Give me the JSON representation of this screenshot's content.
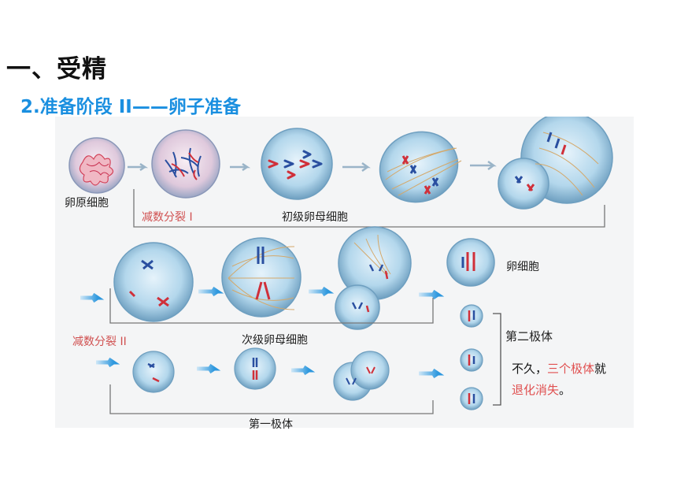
{
  "heading": {
    "title": "一、受精",
    "subtitle": "2.准备阶段 II——卵子准备"
  },
  "labels": {
    "oogonium": "卵原细胞",
    "meiosis_1": "减数分裂 I",
    "primary_oocyte": "初级卵母细胞",
    "egg": "卵细胞",
    "meiosis_2": "减数分裂 II",
    "secondary_oocyte": "次级卵母细胞",
    "second_polar_body": "第二极体",
    "first_polar_body": "第一极体"
  },
  "note": {
    "prefix": "不久，",
    "highlight_1": "三个极体",
    "middle": "就",
    "highlight_2": "退化消失",
    "suffix": "。"
  },
  "colors": {
    "subtitle": "#1a8fe0",
    "red_label": "#d05050",
    "highlight": "#e05050",
    "arrow": "#3aa0e0",
    "cell_fill": "#a9cfe6",
    "chromosome_red": "#d0303a",
    "chromosome_blue": "#2a4fa0"
  }
}
